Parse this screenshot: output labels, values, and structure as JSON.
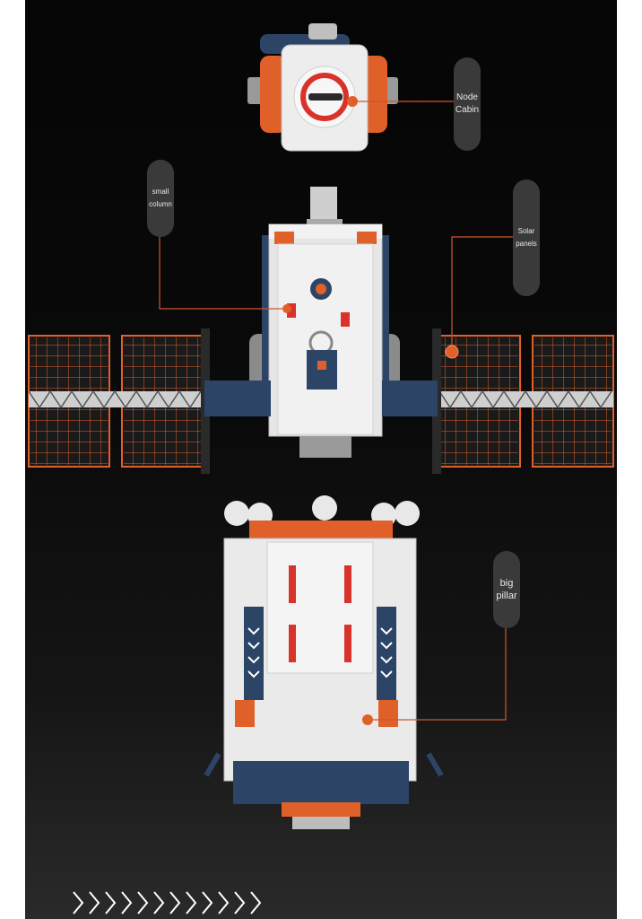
{
  "labels": {
    "node_cabin": "Node\nCabin",
    "small_column": "small\ncolumn",
    "solar_panels": "Solar\npanels",
    "big_pillar": "big\npillar"
  },
  "colors": {
    "background": "#080808",
    "accent_orange": "#e0602a",
    "navy": "#2c4466",
    "white_brick": "#ececec",
    "bubble": "#3a3a3a",
    "callout": "#d4542b"
  },
  "icons": {
    "bottom_decoration": "chevron-arrows-right"
  }
}
